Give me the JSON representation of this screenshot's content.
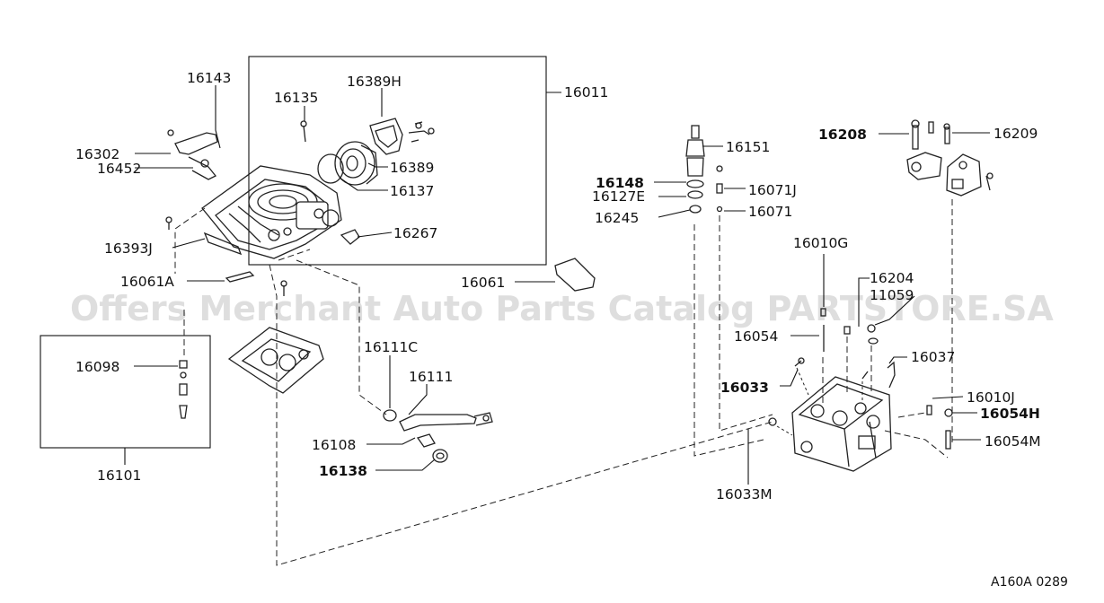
{
  "watermark": "Offers Merchant Auto Parts Catalog PARTSTORE.SA",
  "figure_code": "A160A 0289",
  "labels": {
    "p16143": "16143",
    "p16135": "16135",
    "p16389H": "16389H",
    "p16011": "16011",
    "p16302": "16302",
    "p16452": "16452",
    "p16389": "16389",
    "p16137": "16137",
    "p16267": "16267",
    "p16393J": "16393J",
    "p16061A": "16061A",
    "p16061": "16061",
    "p16098": "16098",
    "p16101": "16101",
    "p16111C": "16111C",
    "p16111": "16111",
    "p16108": "16108",
    "p16138": "16138",
    "p16151": "16151",
    "p16148": "16148",
    "p16127E": "16127E",
    "p16245": "16245",
    "p16071J": "16071J",
    "p16071": "16071",
    "p16208": "16208",
    "p16209": "16209",
    "p16010G": "16010G",
    "p16204": "16204",
    "p11059": "11059",
    "p16054": "16054",
    "p16033": "16033",
    "p16037": "16037",
    "p16010J": "16010J",
    "p16054H": "16054H",
    "p16054M": "16054M",
    "p16033M": "16033M"
  }
}
